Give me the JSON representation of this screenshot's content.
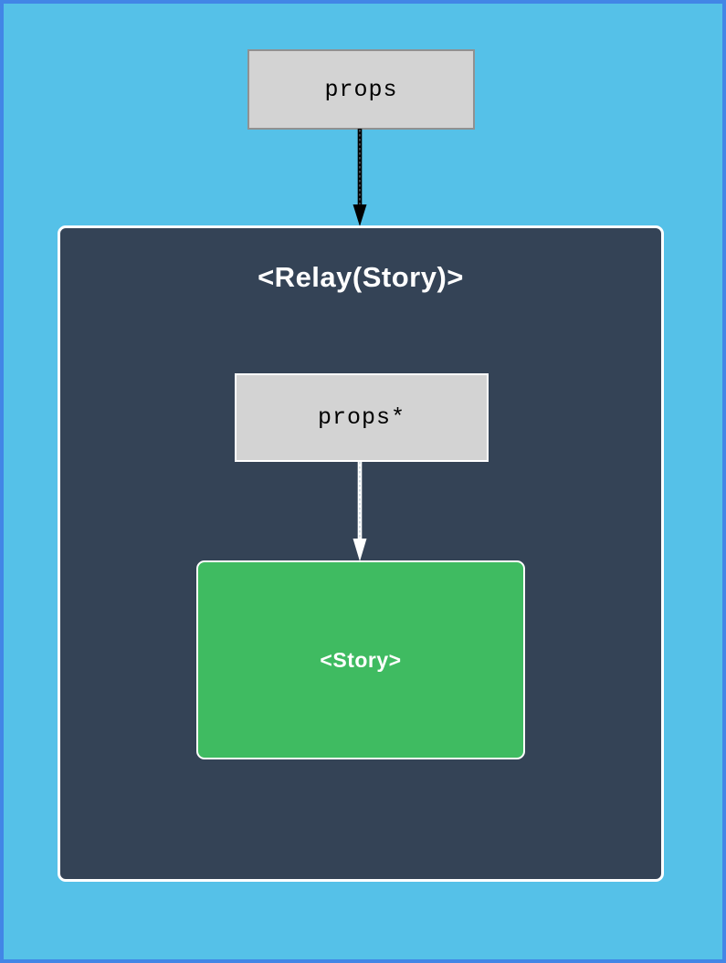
{
  "diagram": {
    "props_box": {
      "label": "props"
    },
    "relay_container": {
      "title": "<Relay(Story)>"
    },
    "props_star_box": {
      "label": "props*"
    },
    "story_box": {
      "label": "<Story>"
    }
  },
  "colors": {
    "page_background": "#55c1e8",
    "page_border": "#4286e6",
    "relay_container_background": "#344356",
    "relay_container_border": "#ffffff",
    "story_box_background": "#3fbb61",
    "story_box_border": "#ffffff",
    "props_box_background": "#d3d3d3",
    "props_box_border": "#919191",
    "props_star_box_border": "#ffffff",
    "outer_arrow_color": "#000000",
    "inner_arrow_color": "#ffffff",
    "title_text_color": "#ffffff",
    "props_text_color": "#000000"
  }
}
